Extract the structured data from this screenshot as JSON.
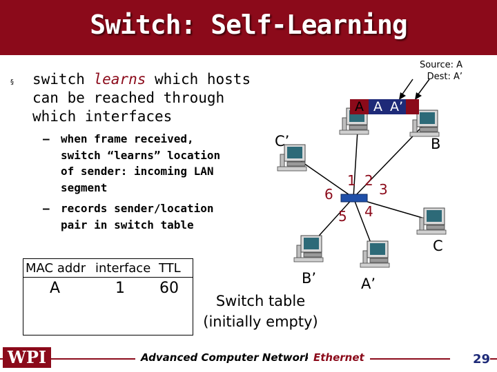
{
  "title": "Switch: Self-Learning",
  "bullet": {
    "symbol": "§",
    "prefix": "switch ",
    "emphasis": "learns",
    "rest1": " which hosts",
    "line2": "can be reached through",
    "line3": "which interfaces"
  },
  "subpoints": [
    {
      "dash": "–",
      "lines": [
        "when frame received,",
        "switch “learns” location",
        "of sender: incoming LAN",
        "segment"
      ]
    },
    {
      "dash": "–",
      "lines": [
        "records sender/location",
        "pair in switch table"
      ]
    }
  ],
  "switch_table": {
    "headers": [
      "MAC addr",
      "interface",
      "TTL"
    ],
    "rows": [
      [
        "A",
        "1",
        "60"
      ]
    ],
    "caption_line1": "Switch table",
    "caption_line2": "(initially empty)"
  },
  "frame": {
    "cells": [
      "A",
      "A",
      "A’"
    ],
    "source_label": "Source: A",
    "dest_label": "Dest: A’"
  },
  "hosts": {
    "top": "A",
    "c_prime": "C’",
    "b": "B",
    "c": "C",
    "b_prime": "B’",
    "a_prime": "A’"
  },
  "ports": [
    "1",
    "2",
    "3",
    "4",
    "5",
    "6"
  ],
  "footer": {
    "logo": "WPI",
    "course": "Advanced Computer Networks",
    "topic": "Ethernet",
    "page": "29"
  },
  "colors": {
    "title_bar": "#8b0a1a",
    "highlight": "#1e2a78"
  }
}
